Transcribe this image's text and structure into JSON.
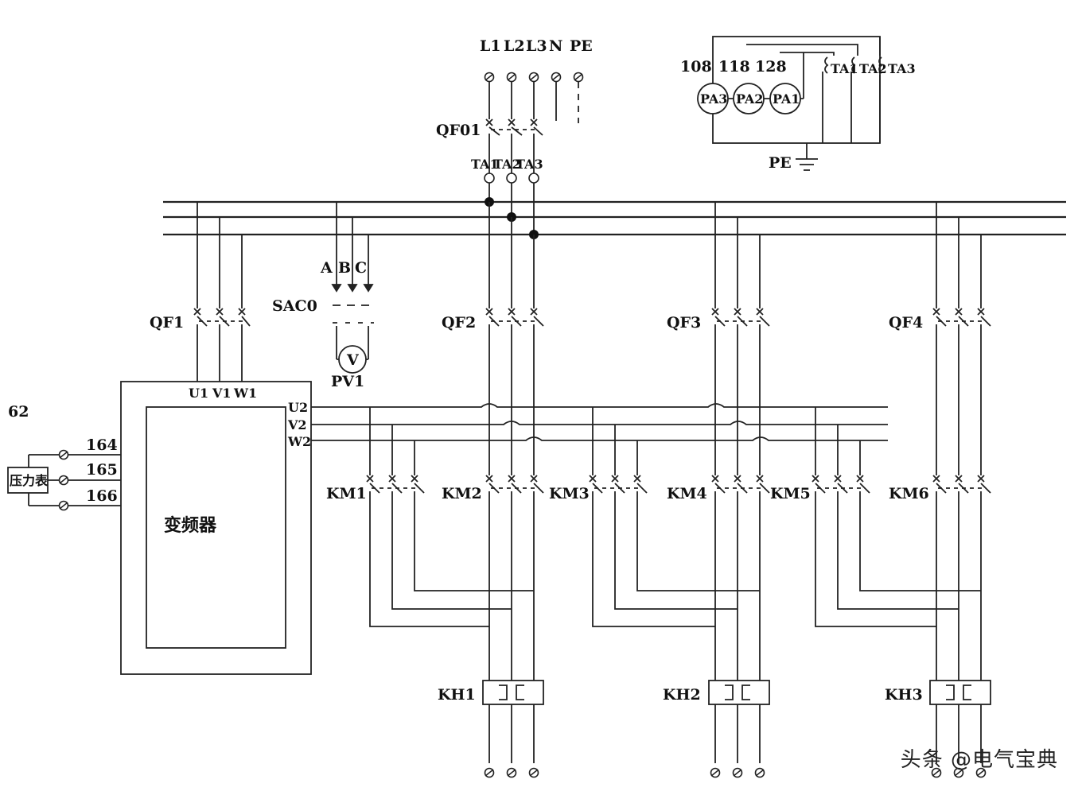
{
  "supply": {
    "phases": [
      "L1",
      "L2",
      "L3",
      "N",
      "PE"
    ],
    "main_breaker": "QF01",
    "ct_labels": [
      "TA1",
      "TA2",
      "TA3"
    ]
  },
  "meter_box": {
    "wire_numbers": [
      "108",
      "118",
      "128"
    ],
    "ammeters": [
      "PA3",
      "PA2",
      "PA1"
    ],
    "ct_labels": [
      "TA1",
      "TA2",
      "TA3"
    ],
    "ground_label": "PE"
  },
  "voltmeter": {
    "phases": [
      "A",
      "B",
      "C"
    ],
    "switch": "SAC0",
    "meter_symbol": "V",
    "meter_label": "PV1"
  },
  "breakers": [
    "QF1",
    "QF2",
    "QF3",
    "QF4"
  ],
  "inverter": {
    "name": "变频器",
    "inputs": [
      "U1",
      "V1",
      "W1"
    ],
    "outputs": [
      "U2",
      "V2",
      "W2"
    ],
    "control_terminals": [
      "164",
      "165",
      "166"
    ],
    "sensor_wire": "62",
    "sensor_name": "压力表"
  },
  "contactors": [
    "KM1",
    "KM2",
    "KM3",
    "KM4",
    "KM5",
    "KM6"
  ],
  "overloads": [
    "KH1",
    "KH2",
    "KH3"
  ],
  "watermark": "头条 @电气宝典"
}
